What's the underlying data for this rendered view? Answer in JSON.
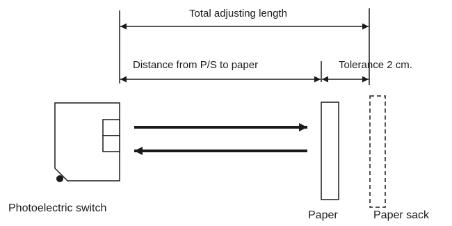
{
  "dimensions": {
    "total_adjusting_length": "Total adjusting length",
    "distance_from_ps_to_paper": "Distance from P/S to paper",
    "tolerance": "Tolerance 2 cm."
  },
  "components": {
    "photoelectric_switch": "Photoelectric switch",
    "paper": "Paper",
    "paper_sack": "Paper sack"
  },
  "beams": {
    "emitted": "right",
    "reflected": "left"
  },
  "colors": {
    "line": "#1a1a1a",
    "background": "#ffffff"
  }
}
